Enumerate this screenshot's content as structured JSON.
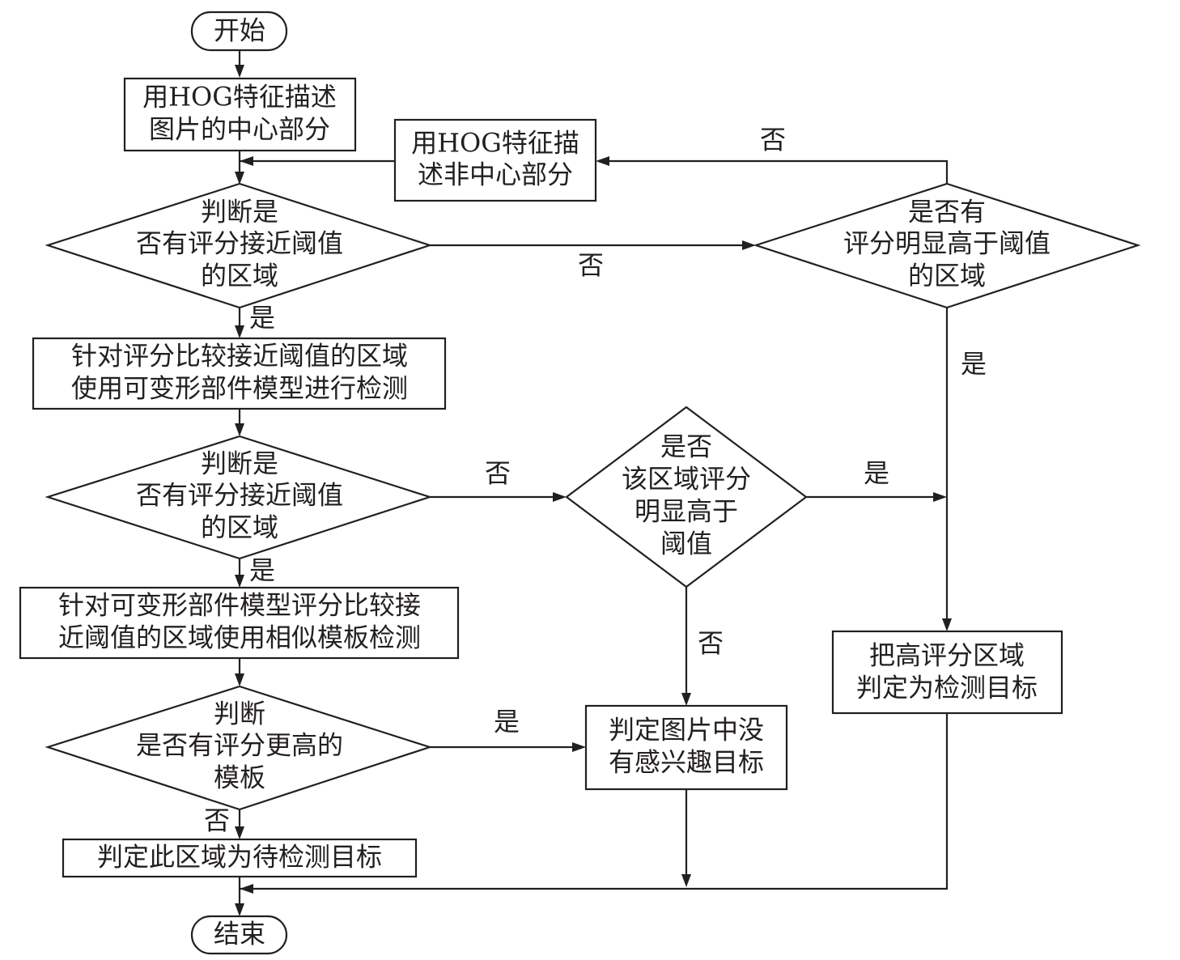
{
  "diagram": {
    "type": "flowchart",
    "nodes": {
      "start": {
        "lines": [
          "开始"
        ]
      },
      "hog_center": {
        "lines": [
          "用HOG特征描述",
          "图片的中心部分"
        ]
      },
      "hog_noncenter": {
        "lines": [
          "用HOG特征描",
          "述非中心部分"
        ]
      },
      "decision1": {
        "lines": [
          "判断是",
          "否有评分接近阈值",
          "的区域"
        ]
      },
      "decision_high1": {
        "lines": [
          "是否有",
          "评分明显高于阈值",
          "的区域"
        ]
      },
      "dpm_detect": {
        "lines": [
          "针对评分比较接近阈值的区域",
          "使用可变形部件模型进行检测"
        ]
      },
      "decision2": {
        "lines": [
          "判断是",
          "否有评分接近阈值",
          "的区域"
        ]
      },
      "decision_high2": {
        "lines": [
          "是否",
          "该区域评分",
          "明显高于",
          "阈值"
        ]
      },
      "template_detect": {
        "lines": [
          "针对可变形部件模型评分比较接",
          "近阈值的区域使用相似模板检测"
        ]
      },
      "high_score_target": {
        "lines": [
          "把高评分区域",
          "判定为检测目标"
        ]
      },
      "decision3": {
        "lines": [
          "判断",
          "是否有评分更高的",
          "模板"
        ]
      },
      "no_target": {
        "lines": [
          "判定图片中没",
          "有感兴趣目标"
        ]
      },
      "pending_target": {
        "lines": [
          "判定此区域为待检测目标"
        ]
      },
      "end": {
        "lines": [
          "结束"
        ]
      }
    },
    "edge_labels": {
      "d1_no": "否",
      "d1_yes": "是",
      "dh1_no": "否",
      "dh1_yes": "是",
      "d2_no": "否",
      "d2_yes": "是",
      "dh2_yes": "是",
      "dh2_no": "否",
      "d3_yes": "是",
      "d3_no": "否"
    }
  }
}
